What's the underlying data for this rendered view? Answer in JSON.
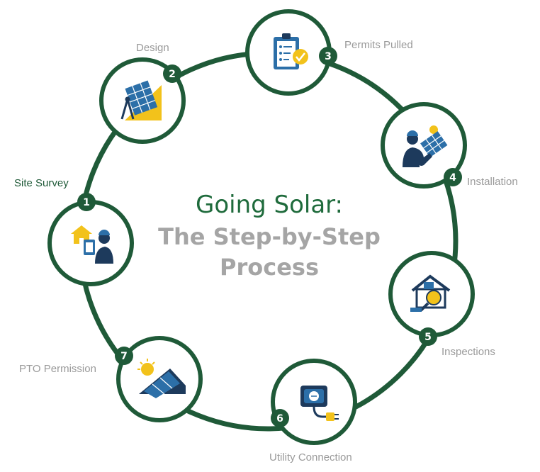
{
  "title": {
    "line1": "Going Solar:",
    "line2": "The Step-by-Step",
    "line3": "Process"
  },
  "colors": {
    "ring": "#1f5a38",
    "badge": "#1f5a38",
    "label": "#9a9a9a",
    "label_active": "#1f5a38",
    "title_green": "#1f6b3c",
    "title_gray": "#a5a5a5",
    "icon_blue": "#2c6fa8",
    "icon_yellow": "#f2c21b",
    "icon_navy": "#1d3a5c"
  },
  "steps": [
    {
      "number": "1",
      "label": "Site Survey",
      "icon": "site-survey-icon"
    },
    {
      "number": "2",
      "label": "Design",
      "icon": "design-icon"
    },
    {
      "number": "3",
      "label": "Permits Pulled",
      "icon": "permits-icon"
    },
    {
      "number": "4",
      "label": "Installation",
      "icon": "installation-icon"
    },
    {
      "number": "5",
      "label": "Inspections",
      "icon": "inspections-icon"
    },
    {
      "number": "6",
      "label": "Utility Connection",
      "icon": "utility-connection-icon"
    },
    {
      "number": "7",
      "label": "PTO Permission",
      "icon": "pto-permission-icon"
    }
  ]
}
